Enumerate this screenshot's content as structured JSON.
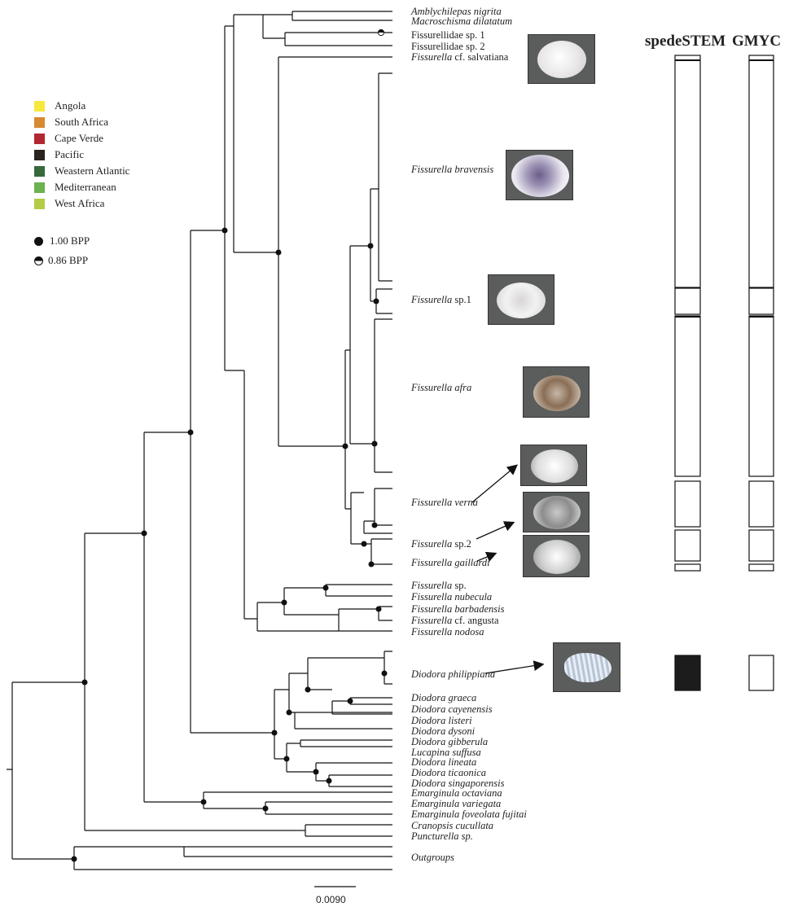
{
  "headers": {
    "spedestem": "spedeSTEM",
    "gmyc": "GMYC"
  },
  "legend": [
    {
      "label": "Angola",
      "color": "#f6e93b"
    },
    {
      "label": "South Africa",
      "color": "#d88a32"
    },
    {
      "label": "Cape Verde",
      "color": "#b22731"
    },
    {
      "label": "Pacific",
      "color": "#2a221c"
    },
    {
      "label": "Weastern Atlantic",
      "color": "#366a3b"
    },
    {
      "label": "Mediterranean",
      "color": "#6cb24e"
    },
    {
      "label": "West Africa",
      "color": "#b4cc45"
    }
  ],
  "bpp": {
    "full": "1.00 BPP",
    "half": "0.86 BPP"
  },
  "scale_bar": "0.0090",
  "taxa": [
    {
      "genus": "Amblychilepas nigrita",
      "rest": ""
    },
    {
      "genus": "Macroschisma dilatatum",
      "rest": ""
    },
    {
      "genus": "",
      "rest": "Fissurellidae sp. 1"
    },
    {
      "genus": "",
      "rest": "Fissurellidae sp. 2"
    },
    {
      "genus": "Fissurella",
      "rest": " cf. salvatiana"
    },
    {
      "genus": "Fissurella bravensis",
      "rest": ""
    },
    {
      "genus": "Fissurella",
      "rest": " sp.1"
    },
    {
      "genus": "Fissurella afra",
      "rest": ""
    },
    {
      "genus": "Fissurella verna",
      "rest": ""
    },
    {
      "genus": "Fissurella",
      "rest": " sp.2"
    },
    {
      "genus": "Fissurella gaillardi",
      "rest": ""
    },
    {
      "genus": "Fissurella",
      "rest": " sp."
    },
    {
      "genus": "Fissurella nubecula",
      "rest": ""
    },
    {
      "genus": "Fissurella barbadensis",
      "rest": ""
    },
    {
      "genus": "Fissurella",
      "rest": " cf. angusta"
    },
    {
      "genus": "Fissurella nodosa",
      "rest": ""
    },
    {
      "genus": "Diodora philippiana",
      "rest": ""
    },
    {
      "genus": "Diodora graeca",
      "rest": ""
    },
    {
      "genus": "Diodora cayenensis",
      "rest": ""
    },
    {
      "genus": "Diodora listeri",
      "rest": ""
    },
    {
      "genus": "Diodora dysoni",
      "rest": ""
    },
    {
      "genus": "Diodora gibberula",
      "rest": ""
    },
    {
      "genus": "Lucapina suffusa",
      "rest": ""
    },
    {
      "genus": "Diodora lineata",
      "rest": ""
    },
    {
      "genus": "Diodora ticaonica",
      "rest": ""
    },
    {
      "genus": "Diodora singaporensis",
      "rest": ""
    },
    {
      "genus": "Emarginula octaviana",
      "rest": ""
    },
    {
      "genus": "Emarginula variegata",
      "rest": ""
    },
    {
      "genus": "Emarginula foveolata fujitai",
      "rest": ""
    },
    {
      "genus": "Cranopsis cucullata",
      "rest": ""
    },
    {
      "genus": "Puncturella sp.",
      "rest": ""
    },
    {
      "genus": "Outgroups",
      "rest": ""
    }
  ]
}
